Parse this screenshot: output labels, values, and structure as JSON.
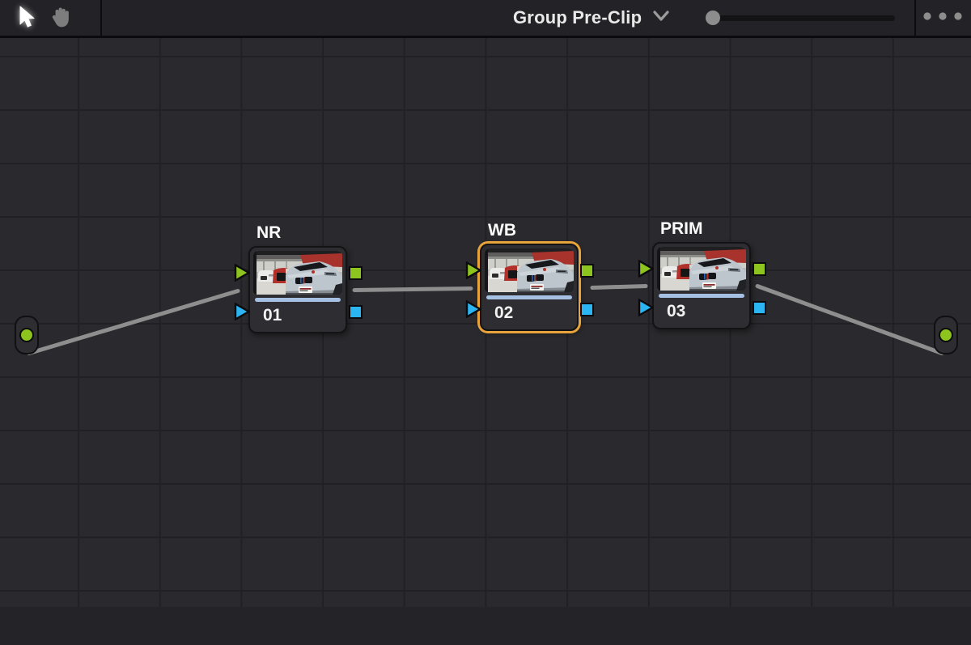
{
  "toolbar": {
    "pointer_tool": {
      "icon": "pointer-icon",
      "active": true
    },
    "hand_tool": {
      "icon": "hand-icon",
      "active": false
    },
    "title": "Group Pre-Clip",
    "dropdown_icon": "chevron-down-icon",
    "zoom_slider": {
      "icon": "zoom-slider",
      "handle_position": "left"
    },
    "options_icon": "ellipsis-icon"
  },
  "graph": {
    "source_node": {
      "name": "group-source",
      "port_shape": "circle"
    },
    "output_node": {
      "name": "group-output",
      "port_shape": "circle"
    },
    "nodes": [
      {
        "label": "NR",
        "number": "01",
        "selected": false
      },
      {
        "label": "WB",
        "number": "02",
        "selected": true
      },
      {
        "label": "PRIM",
        "number": "03",
        "selected": false
      }
    ],
    "connections": [
      {
        "from": "source",
        "to": "NR.rgb-input"
      },
      {
        "from": "NR.rgb-output",
        "to": "WB.rgb-input"
      },
      {
        "from": "WB.rgb-output",
        "to": "PRIM.rgb-input"
      },
      {
        "from": "PRIM.rgb-output",
        "to": "output"
      }
    ]
  },
  "colors": {
    "rgbPort": "#8ec41e",
    "keyPort": "#2bb5f2",
    "selection": "#e8a43b",
    "wire": "#8e8e8e",
    "lutBar": "#a6c0e4"
  }
}
